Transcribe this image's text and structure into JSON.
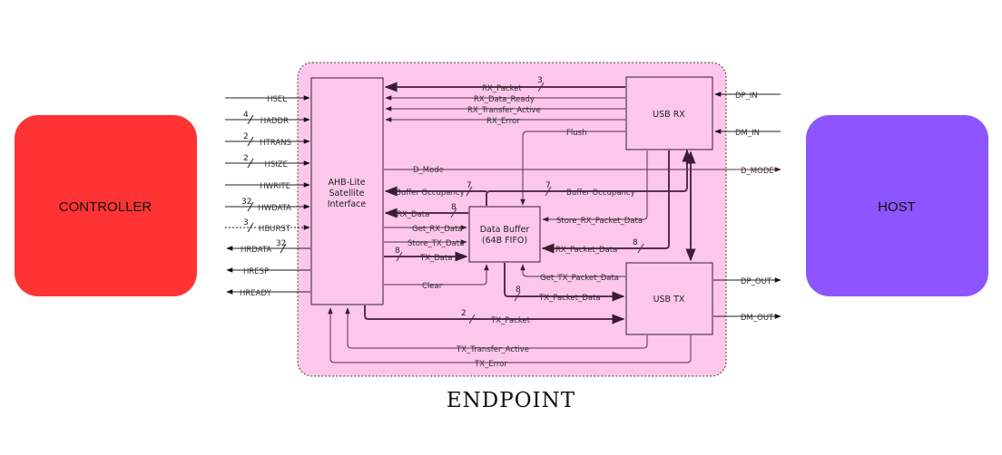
{
  "blocks": {
    "controller": "CONTROLLER",
    "host": "HOST",
    "ahb_line1": "AHB-Lite",
    "ahb_line2": "Satellite",
    "ahb_line3": "Interface",
    "usb_rx": "USB RX",
    "usb_tx": "USB TX",
    "buffer_line1": "Data Buffer",
    "buffer_line2": "(64B FIFO)",
    "endpoint_caption": "ENDPOINT"
  },
  "ahb_ports": {
    "hsel": "HSEL",
    "haddr": "HADDR",
    "htrans": "HTRANS",
    "hsize": "HSIZE",
    "hwrite": "HWRITE",
    "hwdata": "HWDATA",
    "hburst": "HBURST",
    "hrdata": "HRDATA",
    "hresp": "HRESP",
    "hready": "HREADY"
  },
  "usb_ports": {
    "dp_in": "DP_IN",
    "dm_in": "DM_IN",
    "d_mode": "D_MODE",
    "dp_out": "DP_OUT",
    "dm_out": "DM_OUT"
  },
  "signals": {
    "rx_packet": "RX_Packet",
    "rx_data_ready": "RX_Data_Ready",
    "rx_transfer_active": "RX_Transfer_Active",
    "rx_error": "RX_Error",
    "flush": "Flush",
    "d_mode": "D_Mode",
    "buffer_occupancy_left": "Buffer Occupancy",
    "buffer_occupancy_right": "Buffer Occupancy",
    "rx_data": "RX_Data",
    "get_rx_data": "Get_RX_Data",
    "store_tx_data": "Store_TX_Data",
    "tx_data": "TX_Data",
    "clear": "Clear",
    "store_rx_packet_data": "Store_RX_Packet_Data",
    "rx_packet_data": "RX_Packet_Data",
    "get_tx_packet_data": "Get_TX_Packet_Data",
    "tx_packet_data": "TX_Packet_Data",
    "tx_packet": "TX_Packet",
    "tx_transfer_active": "TX_Transfer_Active",
    "tx_error": "TX_Error"
  },
  "bus_widths": {
    "haddr": "4",
    "htrans": "2",
    "hsize": "2",
    "hwdata": "32",
    "hburst": "3",
    "hrdata": "32",
    "rx_packet": "3",
    "buffer_occupancy_left": "7",
    "buffer_occupancy_right": "7",
    "rx_data": "8",
    "tx_data": "8",
    "rx_packet_data": "8",
    "tx_packet_data": "8",
    "tx_packet": "2"
  },
  "colors": {
    "controller": "#ff3333",
    "host": "#8c55ff",
    "endpoint_fill": "#fcc7ea",
    "block_fill": "#fcc7ea",
    "wire": "#5a2d4f"
  }
}
